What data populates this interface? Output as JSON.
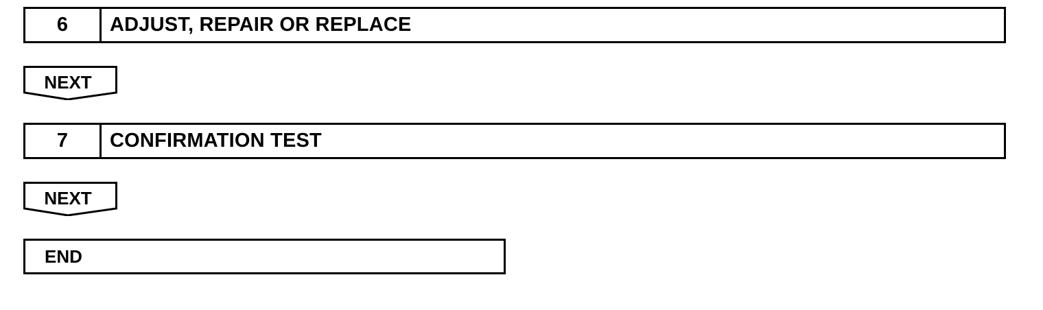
{
  "steps": [
    {
      "number": "6",
      "title": "ADJUST, REPAIR OR REPLACE"
    },
    {
      "number": "7",
      "title": "CONFIRMATION TEST"
    }
  ],
  "next_buttons": [
    {
      "label": "NEXT"
    },
    {
      "label": "NEXT"
    }
  ],
  "end_box": {
    "label": "END"
  },
  "colors": {
    "line": "#000000",
    "background": "#ffffff"
  }
}
